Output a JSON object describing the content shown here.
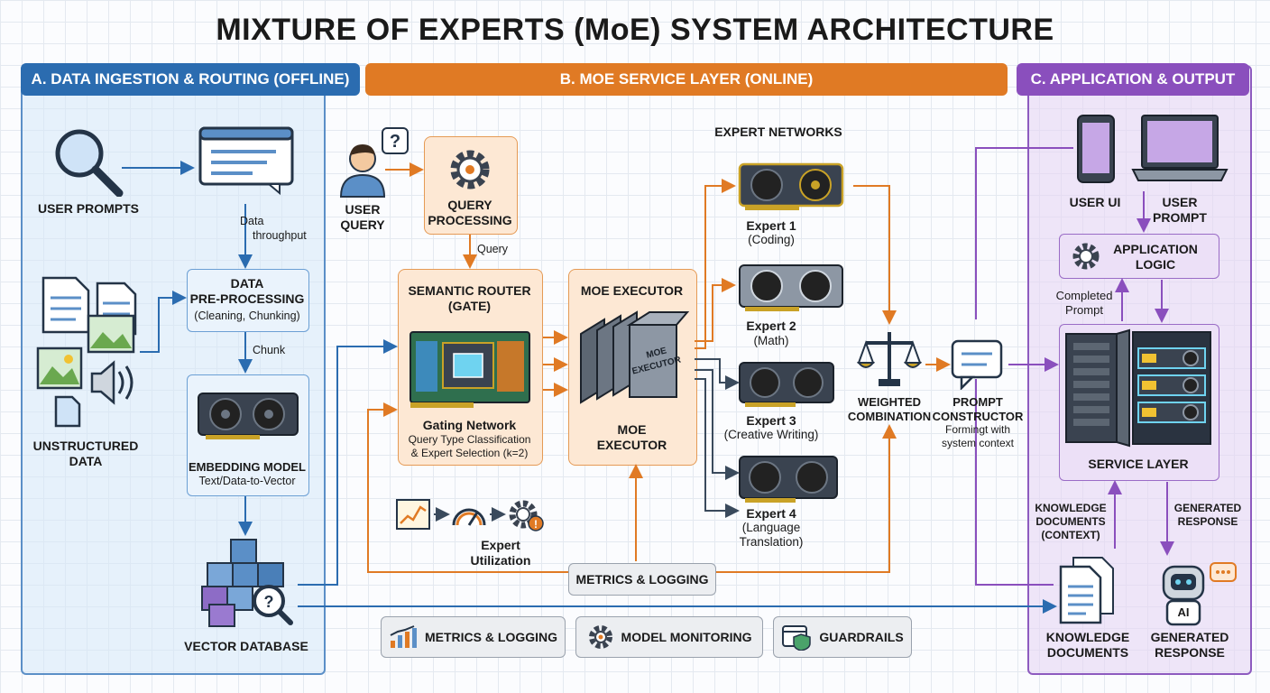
{
  "title": "MIXTURE OF EXPERTS (MoE) SYSTEM ARCHITECTURE",
  "sections": {
    "a": "A. DATA INGESTION & ROUTING (OFFLINE)",
    "b": "B. MOE SERVICE LAYER (ONLINE)",
    "c": "C. APPLICATION & OUTPUT"
  },
  "ingestion": {
    "user_prompts": "USER PROMPTS",
    "data_throughput_1": "Data",
    "data_throughput_2": "throughput",
    "preprocessing_title_1": "DATA",
    "preprocessing_title_2": "PRE-PROCESSING",
    "preprocessing_sub": "(Cleaning, Chunking)",
    "chunk": "Chunk",
    "unstructured_1": "UNSTRUCTURED",
    "unstructured_2": "DATA",
    "embedding_title": "EMBEDDING MODEL",
    "embedding_sub": "Text/Data-to-Vector",
    "vector_db": "VECTOR DATABASE"
  },
  "service": {
    "user_query_1": "USER",
    "user_query_2": "QUERY",
    "query_processing_1": "QUERY",
    "query_processing_2": "PROCESSING",
    "query": "Query",
    "router_title_1": "SEMANTIC ROUTER",
    "router_title_2": "(GATE)",
    "gating_network": "Gating Network",
    "gating_sub_1": "Query Type Classification",
    "gating_sub_2": "& Expert Selection (k=2)",
    "executor_title": "MOE EXECUTOR",
    "executor_chip_1": "MOE",
    "executor_chip_2": "EXECUTOR",
    "executor_bottom_1": "MOE",
    "executor_bottom_2": "EXECUTOR",
    "expert_util_1": "Expert",
    "expert_util_2": "Utilization",
    "expert_networks": "EXPERT NETWORKS",
    "experts": [
      {
        "name": "Expert 1",
        "desc": "(Coding)"
      },
      {
        "name": "Expert 2",
        "desc": "(Math)"
      },
      {
        "name": "Expert 3",
        "desc": "(Creative Writing)"
      },
      {
        "name": "Expert 4",
        "desc": "(Language",
        "desc2": "Translation)"
      }
    ],
    "weighted_1": "WEIGHTED",
    "weighted_2": "COMBINATION",
    "prompt_constructor_1": "PROMPT",
    "prompt_constructor_2": "CONSTRUCTOR",
    "prompt_constructor_sub_1": "Formingt with",
    "prompt_constructor_sub_2": "system context",
    "metrics_logging_inline": "METRICS & LOGGING",
    "footer": {
      "metrics": "METRICS & LOGGING",
      "monitoring": "MODEL MONITORING",
      "guardrails": "GUARDRAILS"
    }
  },
  "application": {
    "user_ui": "USER UI",
    "user_prompt_1": "USER",
    "user_prompt_2": "PROMPT",
    "app_logic_1": "APPLICATION",
    "app_logic_2": "LOGIC",
    "completed_prompt_1": "Completed",
    "completed_prompt_2": "Prompt",
    "service_layer": "SERVICE LAYER",
    "knowledge_ctx_1": "KNOWLEDGE",
    "knowledge_ctx_2": "DOCUMENTS",
    "knowledge_ctx_3": "(CONTEXT)",
    "generated_resp_1": "GENERATED",
    "generated_resp_2": "RESPONSE",
    "knowledge_docs_1": "KNOWLEDGE",
    "knowledge_docs_2": "DOCUMENTS",
    "gen_response_1": "GENERATED",
    "gen_response_2": "RESPONSE",
    "ai_badge": "AI"
  },
  "colors": {
    "blue": "#2b6cb0",
    "orange": "#e07a24",
    "purple": "#8a4fbd"
  }
}
